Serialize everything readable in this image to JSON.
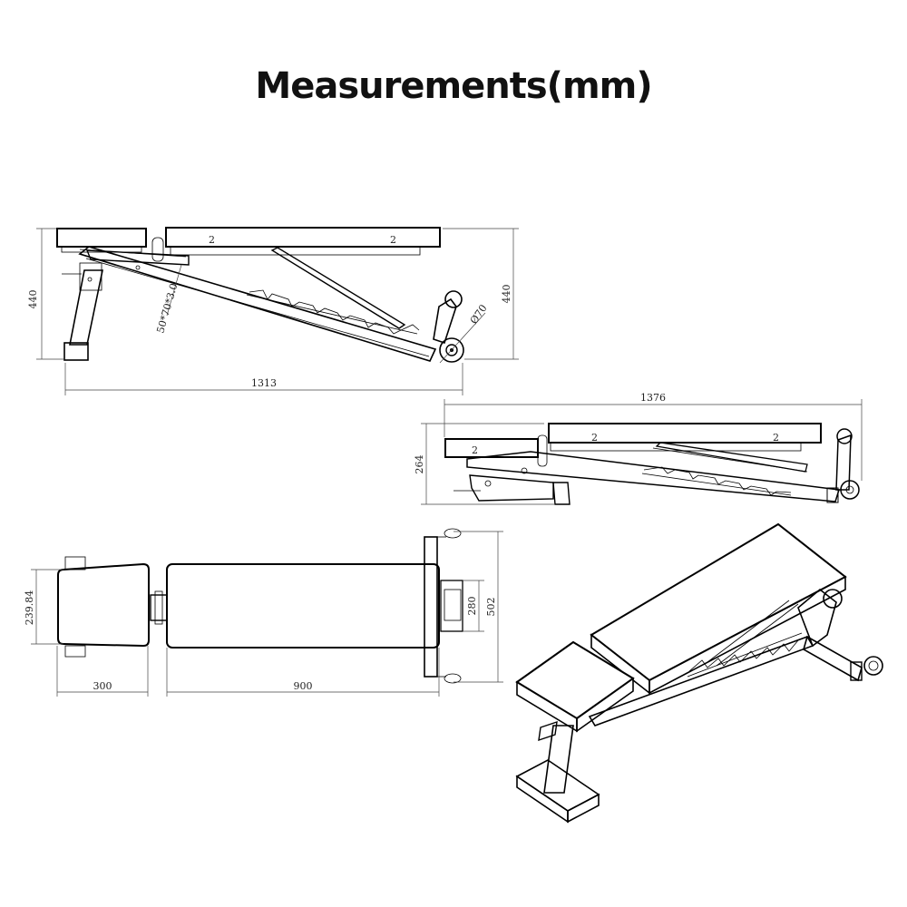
{
  "title": "Measurements(mm)",
  "dimensions": {
    "side_height_left": "440",
    "side_height_right": "440",
    "side_length": "1313",
    "tube_size": "50*70*3.0",
    "wheel_diameter": "Ø70",
    "folded_length": "1376",
    "folded_height": "264",
    "top_seat_width": "239.84",
    "top_backrest_width": "280",
    "top_frame_width": "502",
    "top_seat_length": "300",
    "top_backrest_length": "900"
  },
  "colors": {
    "line": "#000000",
    "background": "#ffffff",
    "title": "#111111"
  }
}
